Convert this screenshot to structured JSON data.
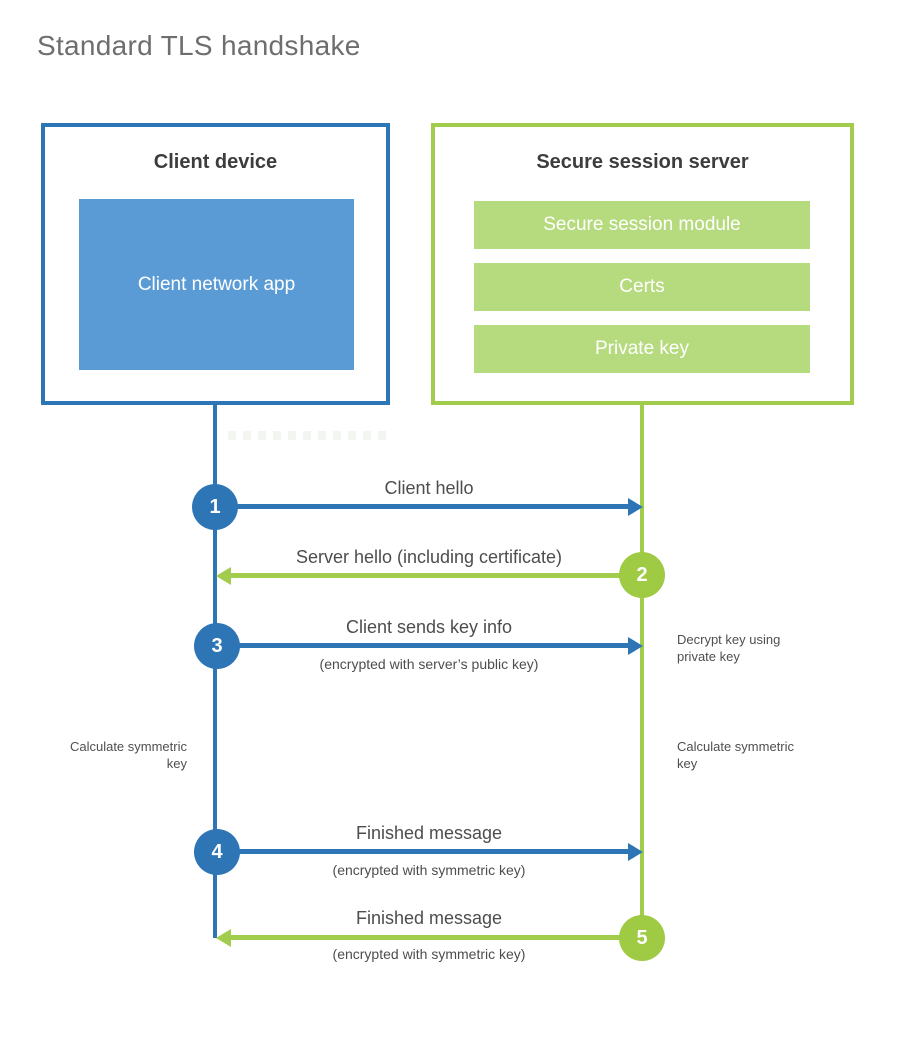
{
  "title": "Standard TLS handshake",
  "colors": {
    "blue": "#2e75b6",
    "light_blue": "#5b9bd5",
    "green": "#a2cd4c",
    "light_green": "#b6da7e"
  },
  "client_box": {
    "title": "Client device",
    "app_label": "Client network app"
  },
  "server_box": {
    "title": "Secure session server",
    "modules": [
      "Secure session module",
      "Certs",
      "Private key"
    ]
  },
  "steps": [
    {
      "number": "1",
      "from": "client",
      "direction": "right",
      "label": "Client hello",
      "sublabel": ""
    },
    {
      "number": "2",
      "from": "server",
      "direction": "left",
      "label": "Server hello (including certificate)",
      "sublabel": ""
    },
    {
      "number": "3",
      "from": "client",
      "direction": "right",
      "label": "Client sends key info",
      "sublabel": "(encrypted with server’s public key)"
    },
    {
      "number": "4",
      "from": "client",
      "direction": "right",
      "label": "Finished message",
      "sublabel": "(encrypted with symmetric key)"
    },
    {
      "number": "5",
      "from": "server",
      "direction": "left",
      "label": "Finished message",
      "sublabel": "(encrypted with symmetric key)"
    }
  ],
  "notes": {
    "decrypt": "Decrypt key using private key",
    "calculate_left": "Calculate symmetric key",
    "calculate_right": "Calculate symmetric key"
  }
}
